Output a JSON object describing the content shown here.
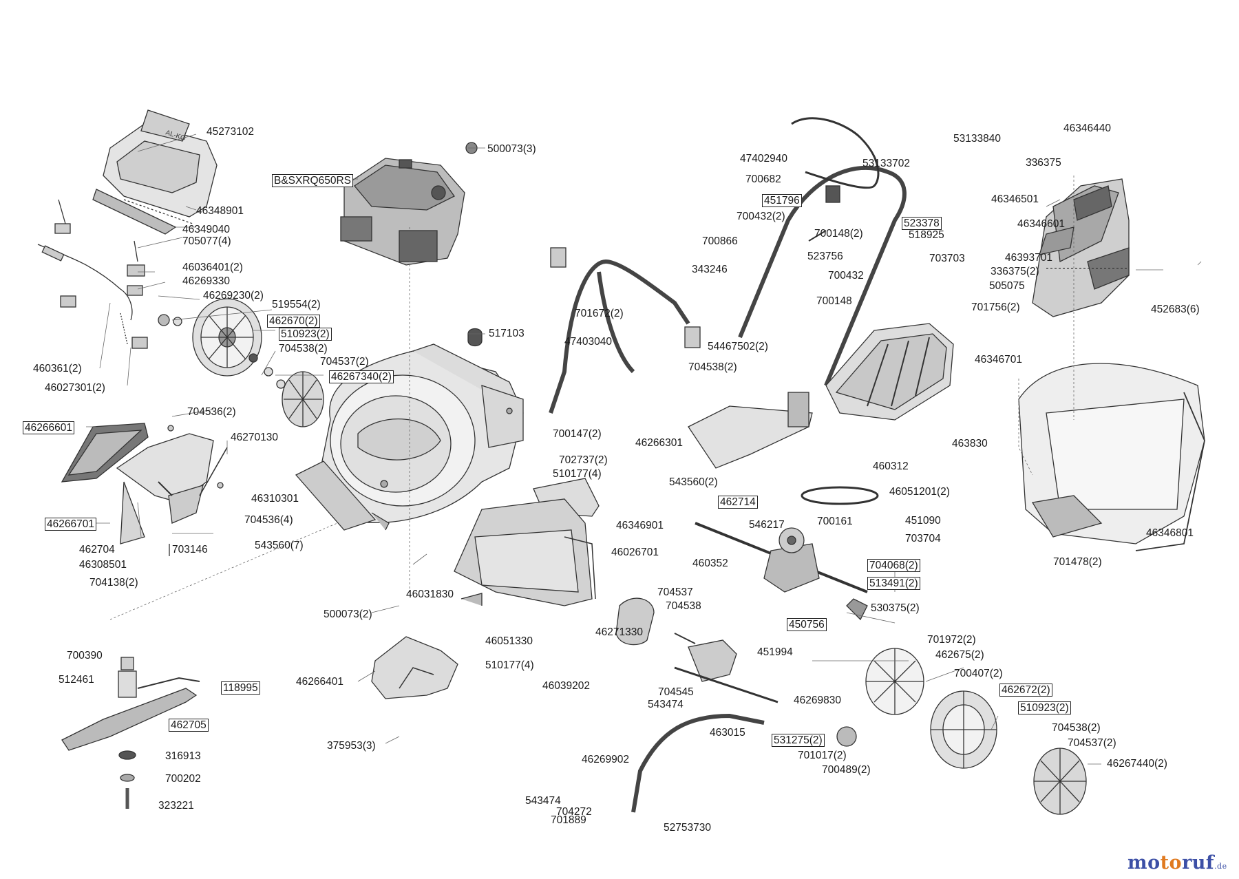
{
  "parts": [
    {
      "id": "p45273102",
      "text": "45273102",
      "boxed": false
    },
    {
      "id": "p46348901",
      "text": "46348901",
      "boxed": false
    },
    {
      "id": "p46349040",
      "text": "46349040",
      "boxed": false
    },
    {
      "id": "p705077",
      "text": "705077(4)",
      "boxed": false
    },
    {
      "id": "p46036401",
      "text": "46036401(2)",
      "boxed": false
    },
    {
      "id": "p46269330",
      "text": "46269330",
      "boxed": false
    },
    {
      "id": "p46269230",
      "text": "46269230(2)",
      "boxed": false
    },
    {
      "id": "p519554",
      "text": "519554(2)",
      "boxed": false
    },
    {
      "id": "p462670",
      "text": "462670(2)",
      "boxed": true
    },
    {
      "id": "p510923a",
      "text": "510923(2)",
      "boxed": true
    },
    {
      "id": "p704538a",
      "text": "704538(2)",
      "boxed": false
    },
    {
      "id": "p704537a",
      "text": "704537(2)",
      "boxed": false
    },
    {
      "id": "p46267340",
      "text": "46267340(2)",
      "boxed": true
    },
    {
      "id": "p460361",
      "text": "460361(2)",
      "boxed": false
    },
    {
      "id": "p46027301",
      "text": "46027301(2)",
      "boxed": false
    },
    {
      "id": "p704536a",
      "text": "704536(2)",
      "boxed": false
    },
    {
      "id": "p46266601",
      "text": "46266601",
      "boxed": true
    },
    {
      "id": "p46270130",
      "text": "46270130",
      "boxed": false
    },
    {
      "id": "p46310301",
      "text": "46310301",
      "boxed": false
    },
    {
      "id": "p704536b",
      "text": "704536(4)",
      "boxed": false
    },
    {
      "id": "p543560a",
      "text": "543560(7)",
      "boxed": false
    },
    {
      "id": "p46266701",
      "text": "46266701",
      "boxed": true
    },
    {
      "id": "p462704",
      "text": "462704",
      "boxed": false
    },
    {
      "id": "p46308501",
      "text": "46308501",
      "boxed": false
    },
    {
      "id": "p703146",
      "text": "703146",
      "boxed": false
    },
    {
      "id": "p704138",
      "text": "704138(2)",
      "boxed": false
    },
    {
      "id": "pBS",
      "text": "B&SXRQ650RS",
      "boxed": true
    },
    {
      "id": "p500073a",
      "text": "500073(3)",
      "boxed": false
    },
    {
      "id": "p517103",
      "text": "517103",
      "boxed": false
    },
    {
      "id": "p701672",
      "text": "701672(2)",
      "boxed": false
    },
    {
      "id": "p47403040",
      "text": "47403040",
      "boxed": false
    },
    {
      "id": "p54467502",
      "text": "54467502(2)",
      "boxed": false
    },
    {
      "id": "p704538b",
      "text": "704538(2)",
      "boxed": false
    },
    {
      "id": "p700147",
      "text": "700147(2)",
      "boxed": false
    },
    {
      "id": "p702737",
      "text": "702737(2)",
      "boxed": false
    },
    {
      "id": "p510177a",
      "text": "510177(4)",
      "boxed": false
    },
    {
      "id": "p46266301",
      "text": "46266301",
      "boxed": false
    },
    {
      "id": "p543560b",
      "text": "543560(2)",
      "boxed": false
    },
    {
      "id": "p46346901",
      "text": "46346901",
      "boxed": false
    },
    {
      "id": "p46026701",
      "text": "46026701",
      "boxed": false
    },
    {
      "id": "p46031830",
      "text": "46031830",
      "boxed": false
    },
    {
      "id": "p500073b",
      "text": "500073(2)",
      "boxed": false
    },
    {
      "id": "p46051330",
      "text": "46051330",
      "boxed": false
    },
    {
      "id": "p46271330",
      "text": "46271330",
      "boxed": false
    },
    {
      "id": "p510177b",
      "text": "510177(4)",
      "boxed": false
    },
    {
      "id": "p46039202",
      "text": "46039202",
      "boxed": false
    },
    {
      "id": "p46266401",
      "text": "46266401",
      "boxed": false
    },
    {
      "id": "p375953",
      "text": "375953(3)",
      "boxed": false
    },
    {
      "id": "p700390",
      "text": "700390",
      "boxed": false
    },
    {
      "id": "p512461",
      "text": "512461",
      "boxed": false
    },
    {
      "id": "p118995",
      "text": "118995",
      "boxed": true
    },
    {
      "id": "p462705",
      "text": "462705",
      "boxed": true
    },
    {
      "id": "p316913",
      "text": "316913",
      "boxed": false
    },
    {
      "id": "p700202",
      "text": "700202",
      "boxed": false
    },
    {
      "id": "p323221",
      "text": "323221",
      "boxed": false
    },
    {
      "id": "p53133840",
      "text": "53133840",
      "boxed": false
    },
    {
      "id": "p47402940",
      "text": "47402940",
      "boxed": false
    },
    {
      "id": "p53133702",
      "text": "53133702",
      "boxed": false
    },
    {
      "id": "p700682",
      "text": "700682",
      "boxed": false
    },
    {
      "id": "p451796",
      "text": "451796",
      "boxed": true
    },
    {
      "id": "p700432a",
      "text": "700432(2)",
      "boxed": false
    },
    {
      "id": "p523378",
      "text": "523378",
      "boxed": true
    },
    {
      "id": "p700148a",
      "text": "700148(2)",
      "boxed": false
    },
    {
      "id": "p518925",
      "text": "518925",
      "boxed": false
    },
    {
      "id": "p700866",
      "text": "700866",
      "boxed": false
    },
    {
      "id": "p523756",
      "text": "523756",
      "boxed": false
    },
    {
      "id": "p703703",
      "text": "703703",
      "boxed": false
    },
    {
      "id": "p343246",
      "text": "343246",
      "boxed": false
    },
    {
      "id": "p700432b",
      "text": "700432",
      "boxed": false
    },
    {
      "id": "p700148b",
      "text": "700148",
      "boxed": false
    },
    {
      "id": "p46346701",
      "text": "46346701",
      "boxed": false
    },
    {
      "id": "p46346440",
      "text": "46346440",
      "boxed": false
    },
    {
      "id": "p336375a",
      "text": "336375",
      "boxed": false
    },
    {
      "id": "p46346501",
      "text": "46346501",
      "boxed": false
    },
    {
      "id": "p46346601",
      "text": "46346601",
      "boxed": false
    },
    {
      "id": "p46393701",
      "text": "46393701",
      "boxed": false
    },
    {
      "id": "p336375b",
      "text": "336375(2)",
      "boxed": false
    },
    {
      "id": "p505075",
      "text": "505075",
      "boxed": false
    },
    {
      "id": "p701756",
      "text": "701756(2)",
      "boxed": false
    },
    {
      "id": "p452683",
      "text": "452683(6)",
      "boxed": false
    },
    {
      "id": "p463830",
      "text": "463830",
      "boxed": false
    },
    {
      "id": "p460312",
      "text": "460312",
      "boxed": false
    },
    {
      "id": "p46051201",
      "text": "46051201(2)",
      "boxed": false
    },
    {
      "id": "p462714",
      "text": "462714",
      "boxed": true
    },
    {
      "id": "p546217",
      "text": "546217",
      "boxed": false
    },
    {
      "id": "p700161",
      "text": "700161",
      "boxed": false
    },
    {
      "id": "p451090",
      "text": "451090",
      "boxed": false
    },
    {
      "id": "p703704",
      "text": "703704",
      "boxed": false
    },
    {
      "id": "p460352",
      "text": "460352",
      "boxed": false
    },
    {
      "id": "p704068",
      "text": "704068(2)",
      "boxed": true
    },
    {
      "id": "p513491",
      "text": "513491(2)",
      "boxed": true
    },
    {
      "id": "p530375",
      "text": "530375(2)",
      "boxed": false
    },
    {
      "id": "p46346801",
      "text": "46346801",
      "boxed": false
    },
    {
      "id": "p701478",
      "text": "701478(2)",
      "boxed": false
    },
    {
      "id": "p704537b",
      "text": "704537",
      "boxed": false
    },
    {
      "id": "p704538c",
      "text": "704538",
      "boxed": false
    },
    {
      "id": "p450756",
      "text": "450756",
      "boxed": true
    },
    {
      "id": "p451994",
      "text": "451994",
      "boxed": false
    },
    {
      "id": "p701972",
      "text": "701972(2)",
      "boxed": false
    },
    {
      "id": "p462675",
      "text": "462675(2)",
      "boxed": false
    },
    {
      "id": "p700407",
      "text": "700407(2)",
      "boxed": false
    },
    {
      "id": "p462672",
      "text": "462672(2)",
      "boxed": true
    },
    {
      "id": "p510923b",
      "text": "510923(2)",
      "boxed": true
    },
    {
      "id": "p704545",
      "text": "704545",
      "boxed": false
    },
    {
      "id": "p543474a",
      "text": "543474",
      "boxed": false
    },
    {
      "id": "p46269830",
      "text": "46269830",
      "boxed": false
    },
    {
      "id": "p463015",
      "text": "463015",
      "boxed": false
    },
    {
      "id": "p531275",
      "text": "531275(2)",
      "boxed": true
    },
    {
      "id": "p701017",
      "text": "701017(2)",
      "boxed": false
    },
    {
      "id": "p700489",
      "text": "700489(2)",
      "boxed": false
    },
    {
      "id": "p704538d",
      "text": "704538(2)",
      "boxed": false
    },
    {
      "id": "p704537c",
      "text": "704537(2)",
      "boxed": false
    },
    {
      "id": "p46267440",
      "text": "46267440(2)",
      "boxed": false
    },
    {
      "id": "p46269902",
      "text": "46269902",
      "boxed": false
    },
    {
      "id": "p543474b",
      "text": "543474",
      "boxed": false
    },
    {
      "id": "p704272",
      "text": "704272",
      "boxed": false
    },
    {
      "id": "p701889",
      "text": "701889",
      "boxed": false
    },
    {
      "id": "p52753730",
      "text": "52753730",
      "boxed": false
    }
  ],
  "decal_text": "AL-KO",
  "watermark": {
    "part1": "mo",
    "part2": "to",
    "part3": "ruf",
    "part4": ".de"
  },
  "colors": {
    "line": "#333333",
    "part_fill": "#d9d9d9",
    "dark_fill": "#555555",
    "brand_blue": "#3c4fa6",
    "brand_orange": "#e07a1f"
  }
}
